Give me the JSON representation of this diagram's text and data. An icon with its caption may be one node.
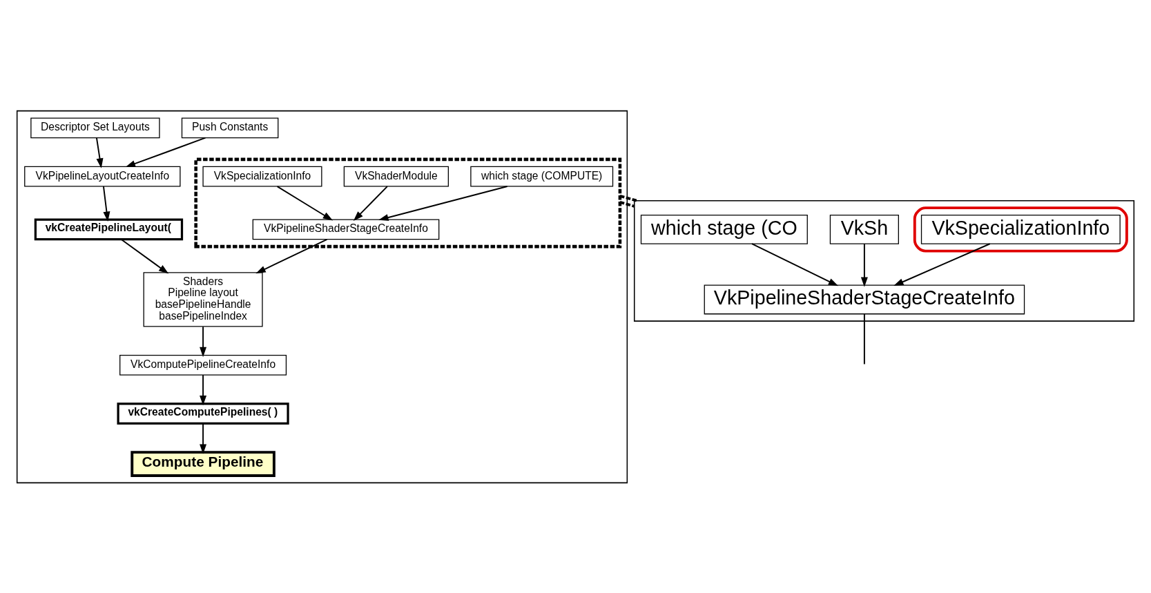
{
  "diagram": {
    "nodes": [
      {
        "text": [],
        "shape": "box"
      },
      {
        "text": [
          "Descriptor Set Layouts"
        ],
        "in": 0
      },
      {
        "text": [
          "Push Constants"
        ],
        "in": 0
      },
      {
        "text": [
          "VkPipelineLayoutCreateInfo"
        ],
        "in": 0
      },
      {
        "text": [
          "vkCreatePipelineLayout("
        ],
        "in": 0
      },
      {
        "text": [],
        "shape": "box",
        "in": 0
      },
      {
        "text": [
          "which stage (COMPUTE)"
        ],
        "in": 5
      },
      {
        "text": [
          "VkSpecializationInfo"
        ],
        "in": 5
      },
      {
        "text": [
          "VkShaderModule"
        ],
        "in": 5
      },
      {
        "text": [
          "VkPipelineShaderStageCreateInfo"
        ],
        "in": 5
      },
      {
        "text": [
          "Shaders",
          "Pipeline layout",
          "basePipelineHandle",
          "basePipelineIndex"
        ],
        "in": 0
      },
      {
        "text": [
          "VkComputePipelineCreateInfo"
        ],
        "in": 0
      },
      {
        "text": [
          "vkCreateComputePipelines( )"
        ],
        "in": 0
      },
      {
        "text": [
          "Compute Pipeline"
        ],
        "in": 0
      },
      {
        "text": [],
        "shape": "box"
      },
      {
        "text": [
          "which stage (CO"
        ],
        "in": 14
      },
      {
        "text": [],
        "shape": "ellipse",
        "in": 14
      },
      {
        "text": [
          "VkSpecializationInfo"
        ],
        "in": 16
      },
      {
        "text": [
          "VkSh"
        ],
        "in": 14
      },
      {
        "text": [
          "VkPipelineShaderStageCreateInfo"
        ],
        "in": 14
      }
    ],
    "edges": [
      {
        "from": 1,
        "to": 3,
        "arrow": "to"
      },
      {
        "from": 2,
        "to": 3,
        "arrow": "to"
      },
      {
        "from": 3,
        "to": 4,
        "arrow": "to"
      },
      {
        "from": 4,
        "to": 10,
        "arrow": "to"
      },
      {
        "from": 7,
        "to": 9,
        "arrow": "to"
      },
      {
        "from": 6,
        "to": 9,
        "arrow": "to"
      },
      {
        "from": 8,
        "to": 9,
        "arrow": "to"
      },
      {
        "from": 9,
        "to": 10,
        "arrow": "to"
      },
      {
        "from": 10,
        "to": 11,
        "arrow": "to"
      },
      {
        "from": 11,
        "to": 12,
        "arrow": "to"
      },
      {
        "from": 12,
        "to": 13,
        "arrow": "to"
      },
      {
        "from": 5,
        "to": 14,
        "arrow": "none",
        "style": "dashed"
      },
      {
        "from": 5,
        "to": 14,
        "arrow": "none",
        "style": "dashed"
      },
      {
        "from": 17,
        "to": 19,
        "arrow": "to"
      },
      {
        "from": 15,
        "to": 19,
        "arrow": "to"
      },
      {
        "from": 18,
        "to": 19,
        "arrow": "to"
      },
      {
        "from": 19,
        "to": null,
        "arrow": "none"
      }
    ]
  }
}
